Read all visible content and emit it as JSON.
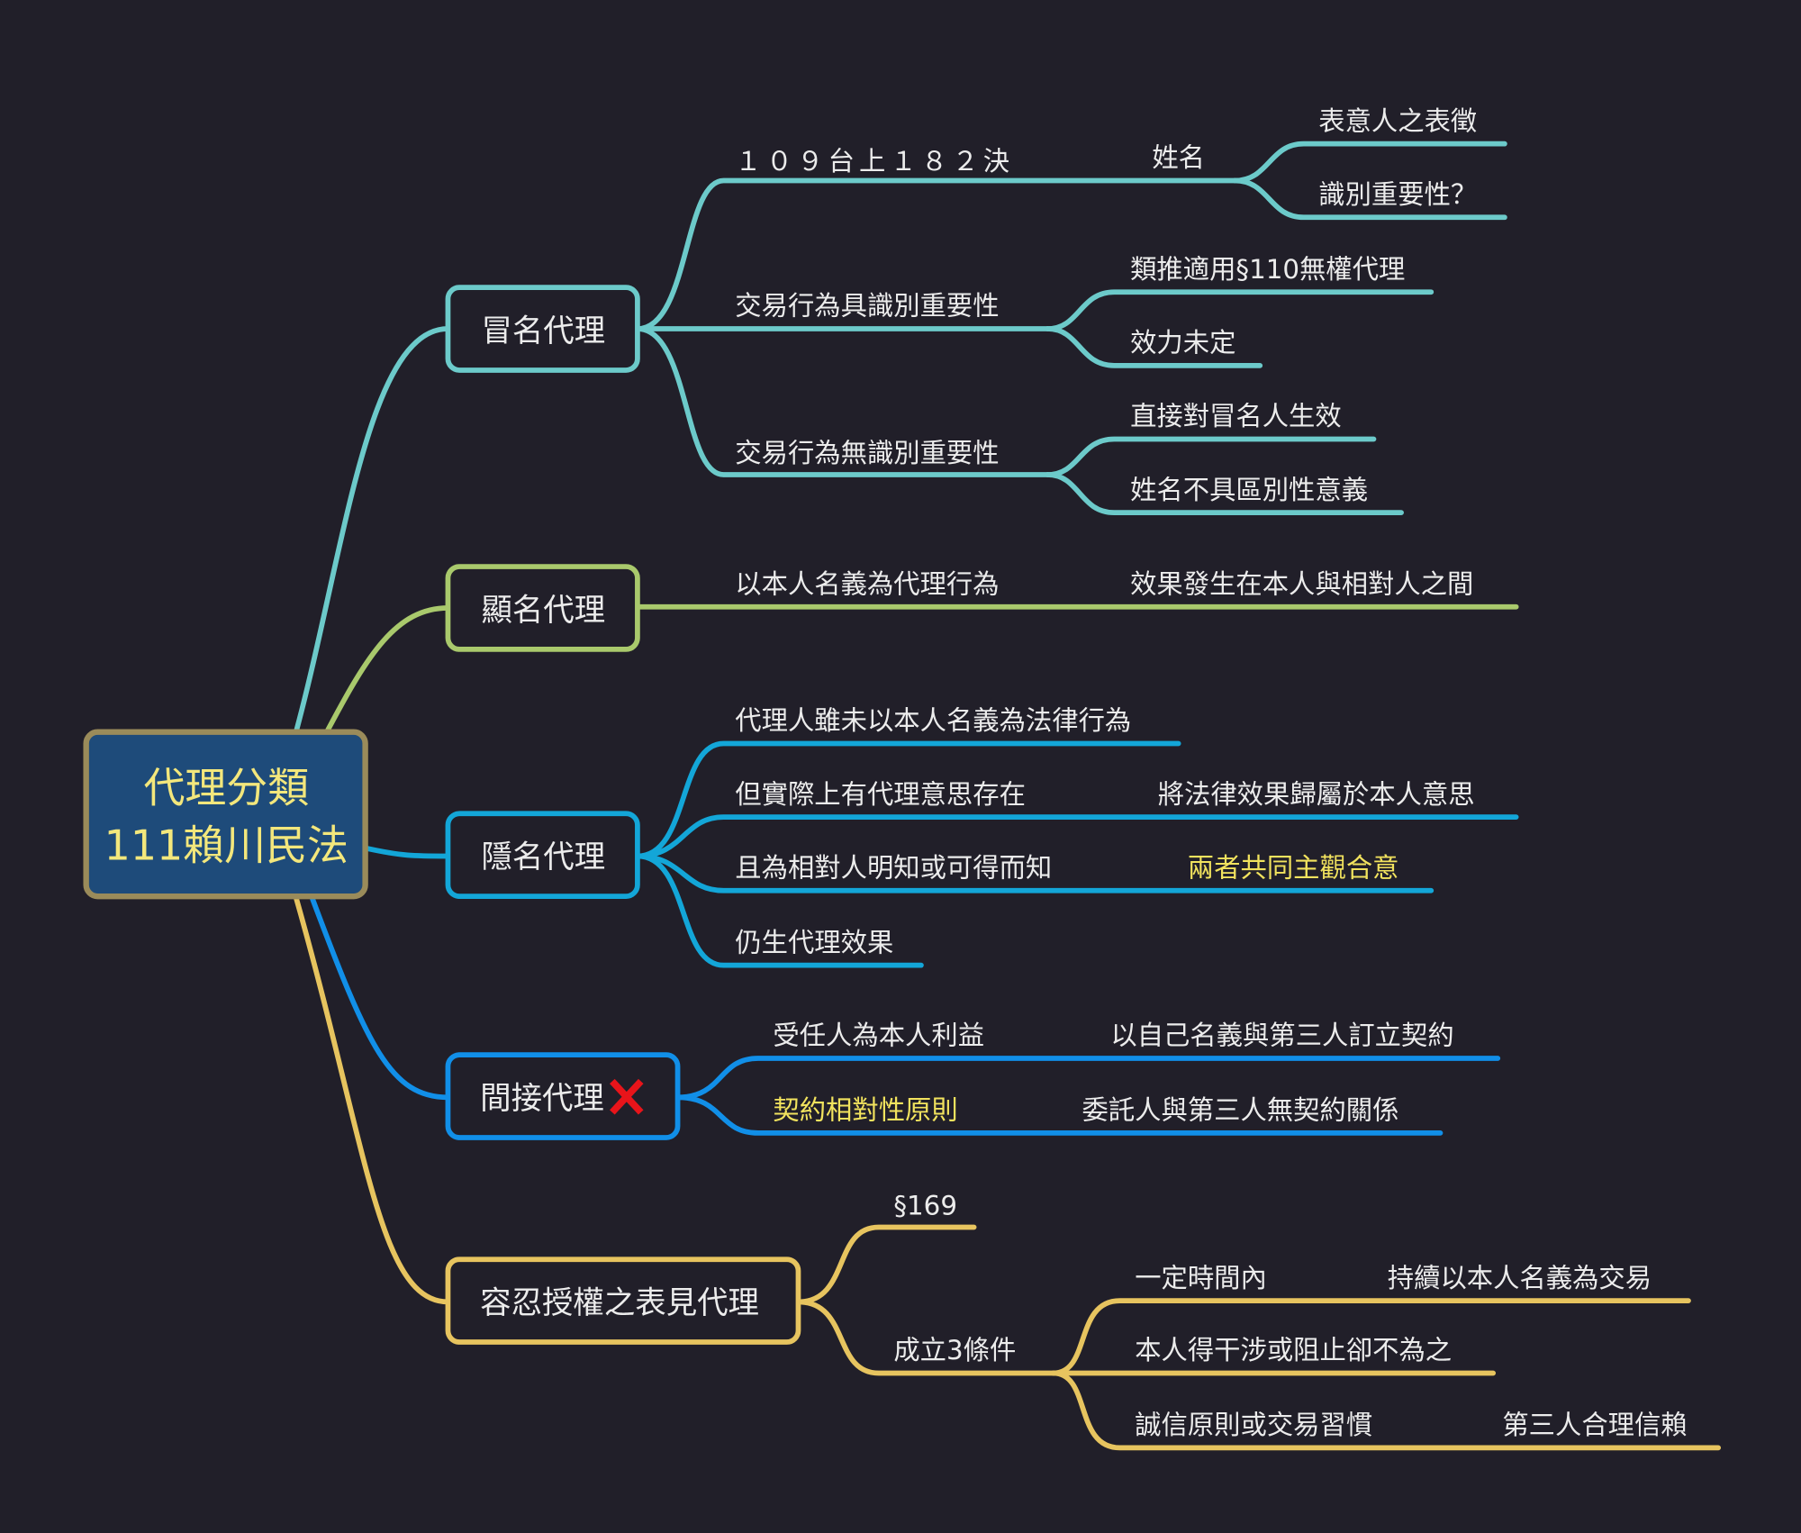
{
  "root": {
    "line1": "代理分類",
    "line2": "111賴川民法"
  },
  "colors": {
    "background": "#211f29",
    "root_fill": "#1e4b7a",
    "root_border": "#9a8b5a",
    "root_text": "#f3e77c",
    "teal": "#6ccaca",
    "green": "#a9c96c",
    "cyan": "#13a6d8",
    "blue": "#118fe8",
    "yellow": "#e7c45f",
    "highlight_text": "#f2e35e",
    "cross": "#e8141a"
  },
  "branches": {
    "impersonation": {
      "label": "冒名代理",
      "case": {
        "label": "１０９台上１８２決",
        "sub": "姓名",
        "children": [
          "表意人之表徵",
          "識別重要性？"
        ]
      },
      "significant": {
        "label": "交易行為具識別重要性",
        "children": [
          "類推適用§110無權代理",
          "效力未定"
        ]
      },
      "not_significant": {
        "label": "交易行為無識別重要性",
        "children": [
          "直接對冒名人生效",
          "姓名不具區別性意義"
        ]
      }
    },
    "disclosed": {
      "label": "顯名代理",
      "item": "以本人名義為代理行為",
      "effect": "效果發生在本人與相對人之間"
    },
    "undisclosed": {
      "label": "隱名代理",
      "items": [
        {
          "text": "代理人雖未以本人名義為法律行為"
        },
        {
          "text": "但實際上有代理意思存在",
          "note": "將法律效果歸屬於本人意思"
        },
        {
          "text": "且為相對人明知或可得而知",
          "note": "兩者共同主觀合意"
        },
        {
          "text": "仍生代理效果"
        }
      ]
    },
    "indirect": {
      "label": "間接代理",
      "icon": "cross-icon",
      "items": [
        {
          "text": "受任人為本人利益",
          "note": "以自己名義與第三人訂立契約"
        },
        {
          "text": "契約相對性原則",
          "note": "委託人與第三人無契約關係"
        }
      ]
    },
    "apparent": {
      "label": "容忍授權之表見代理",
      "article": "§169",
      "conditions": {
        "label": "成立3條件",
        "items": [
          {
            "text": "一定時間內",
            "note": "持續以本人名義為交易"
          },
          {
            "text": "本人得干涉或阻止卻不為之"
          },
          {
            "text": "誠信原則或交易習慣",
            "note": "第三人合理信賴"
          }
        ]
      }
    }
  }
}
